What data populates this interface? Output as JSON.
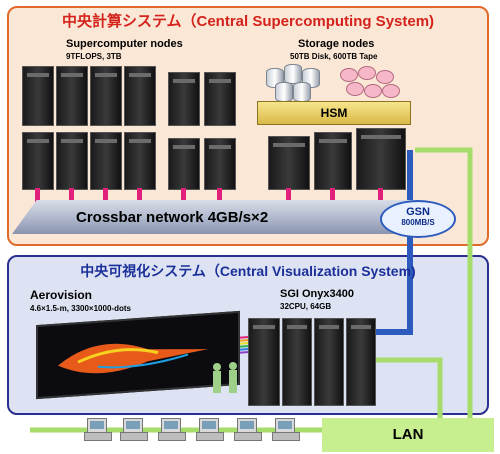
{
  "top": {
    "title": "中央計算システム（Central Supercomputing System)",
    "supercomputer_label": "Supercomputer nodes",
    "supercomputer_specs": "9TFLOPS, 3TB",
    "storage_label": "Storage nodes",
    "storage_specs": "50TB Disk, 600TB Tape",
    "hsm": "HSM",
    "crossbar": "Crossbar network   4GB/s×2"
  },
  "gsn": {
    "title": "GSN",
    "speed": "800MB/S"
  },
  "bottom": {
    "title": "中央可視化システム（Central Visualization System)",
    "aerovision_label": "Aerovision",
    "aerovision_specs": "4.6×1.5-m, 3300×1000-dots",
    "onyx_label": "SGI Onyx3400",
    "onyx_specs": "32CPU, 64GB"
  },
  "lan": "LAN",
  "colors": {
    "top_border": "#e06a2a",
    "top_fill": "#fbe7d6",
    "bottom_border": "#2a2f8f",
    "bottom_fill": "#dde3f2",
    "gsn_link": "#2d5bbd",
    "lan_link": "#a6dd6a"
  }
}
